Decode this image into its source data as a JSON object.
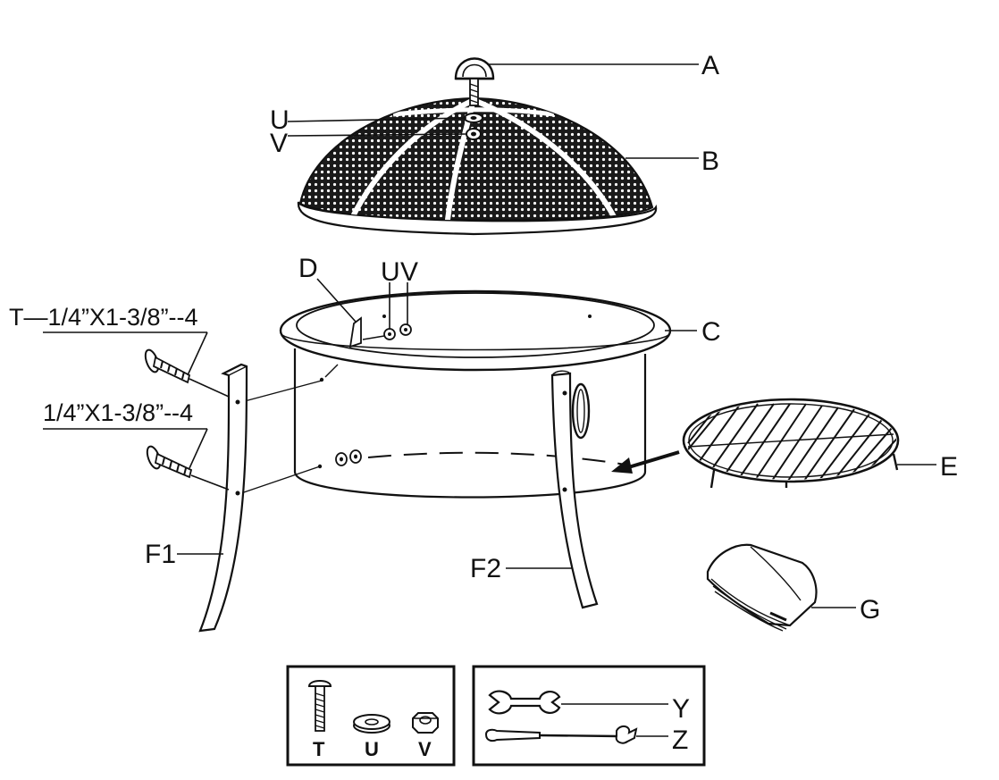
{
  "labels": {
    "A": "A",
    "B": "B",
    "C": "C",
    "D": "D",
    "E": "E",
    "F1": "F1",
    "F2": "F2",
    "G": "G",
    "U_top": "U",
    "V_top": "V",
    "U_bowl": "U",
    "V_bowl": "V"
  },
  "bolt_specs": {
    "upper": "T—1/4”X1-3/8”--4",
    "lower": "1/4”X1-3/8”--4"
  },
  "hardware_box": {
    "items": [
      "T",
      "U",
      "V"
    ]
  },
  "tools_box": {
    "items": [
      "Y",
      "Z"
    ]
  }
}
